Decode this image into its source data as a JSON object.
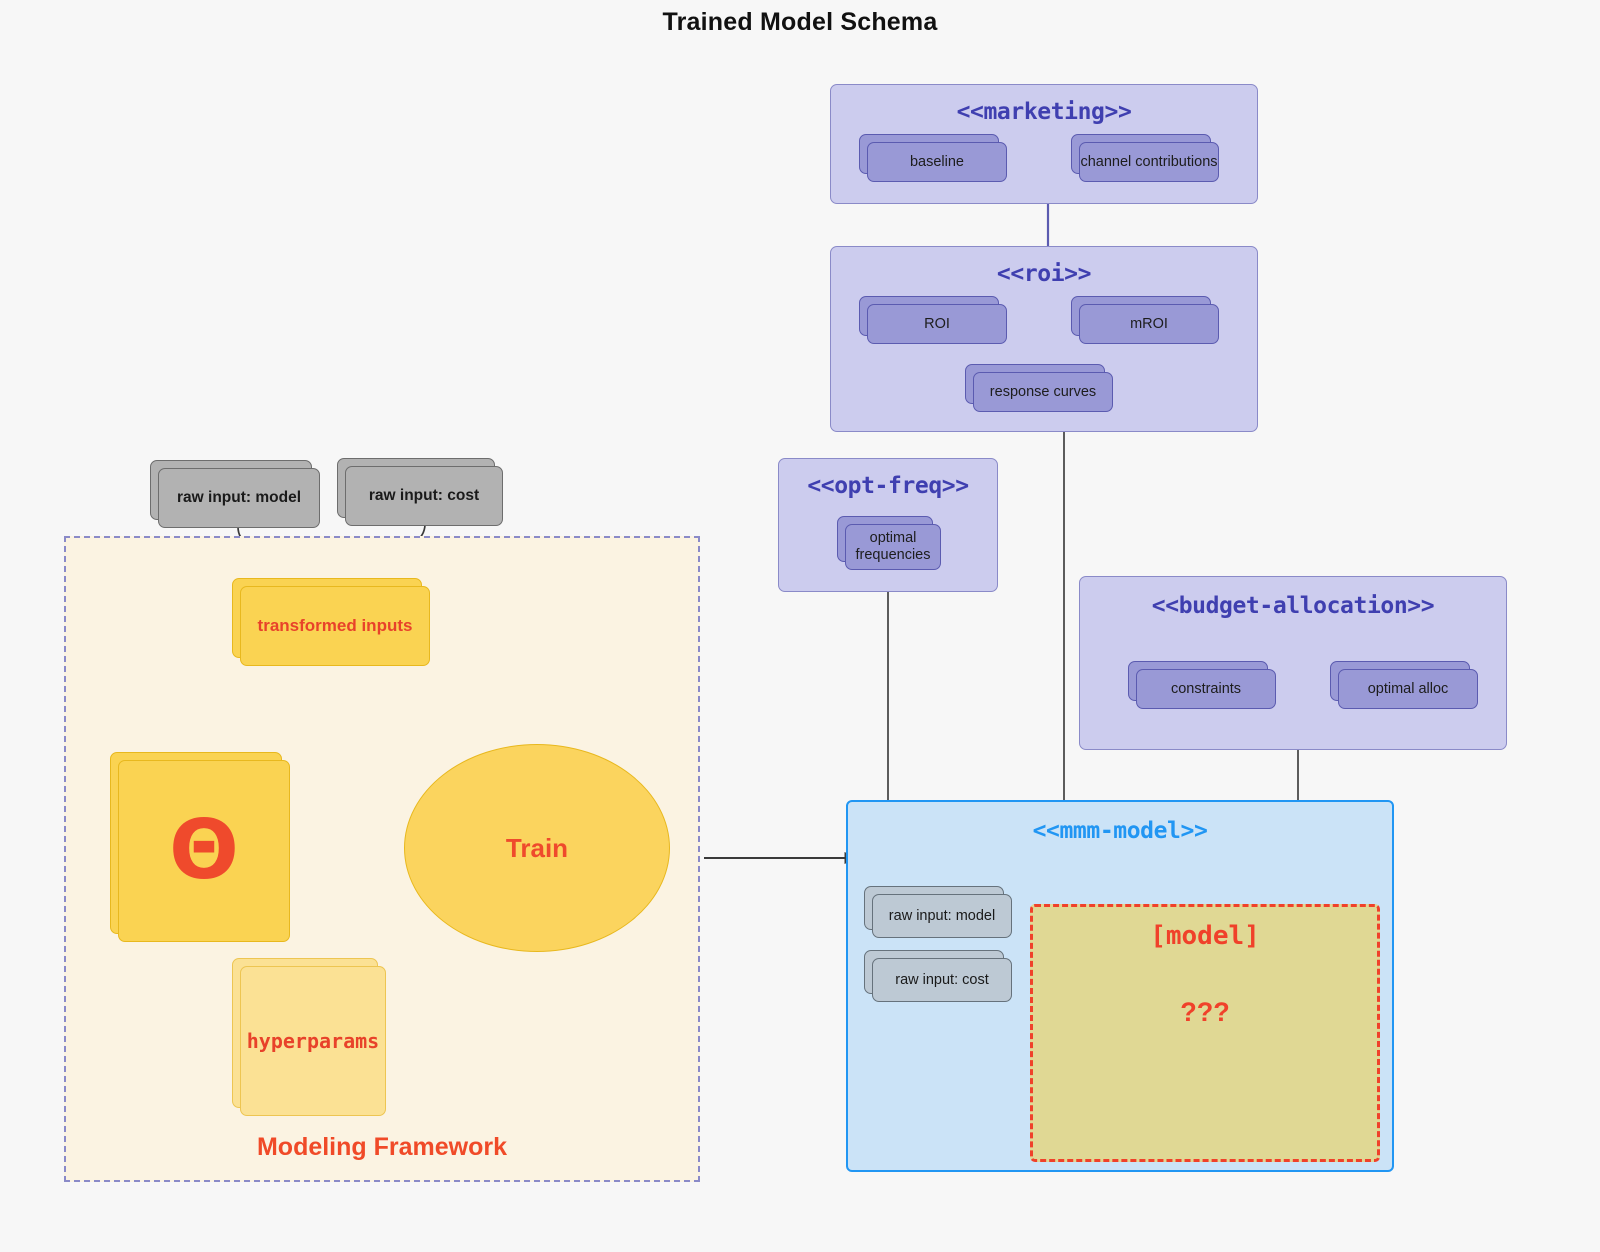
{
  "title": "Trained Model Schema",
  "colors": {
    "background": "#f7f7f7",
    "package_fill": "#ccccee",
    "package_stroke": "#8a8ac8",
    "package_title": "#3f3fb0",
    "artifact_fill": "#9999d6",
    "artifact_stroke": "#5b5bb0",
    "gray_fill": "#b2b2b2",
    "gray_stroke": "#6d6d6d",
    "light_gray_fill": "#bdc9d4",
    "amber_fill": "#fad352",
    "amber_stroke": "#e8b81e",
    "light_amber_fill": "#fbe194",
    "accent_red": "#ef4a2c",
    "mmm_fill": "#cbe3f7",
    "mmm_stroke": "#2196f3",
    "model_fill": "#e0d894",
    "model_stroke": "#f0412a",
    "framework_fill": "#fbf3e2"
  },
  "packages": {
    "marketing": {
      "title": "<<marketing>>",
      "artifacts": [
        {
          "label": "baseline"
        },
        {
          "label": "channel contributions"
        }
      ],
      "relation": "bidirectional"
    },
    "roi": {
      "title": "<<roi>>",
      "artifacts": [
        {
          "label": "ROI"
        },
        {
          "label": "mROI"
        },
        {
          "label": "response curves"
        }
      ],
      "relation": "bidirectional"
    },
    "opt_freq": {
      "title": "<<opt-freq>>",
      "artifacts": [
        {
          "label": "optimal\nfrequencies"
        }
      ]
    },
    "budget_allocation": {
      "title": "<<budget-allocation>>",
      "artifacts": [
        {
          "label": "constraints"
        },
        {
          "label": "optimal alloc"
        }
      ],
      "relation": "bidirectional"
    },
    "mmm_model": {
      "title": "<<mmm-model>>",
      "inputs": [
        {
          "label": "raw input: model"
        },
        {
          "label": "raw input: cost"
        }
      ],
      "model_box": {
        "label": "[model]",
        "unknown": "???"
      }
    }
  },
  "framework": {
    "label": "Modeling Framework",
    "raw_inputs": [
      {
        "label": "raw input: model"
      },
      {
        "label": "raw input: cost"
      }
    ],
    "transformed_inputs": {
      "label": "transformed inputs"
    },
    "theta": {
      "glyph": "Θ"
    },
    "hyperparams": {
      "label": "hyperparams"
    },
    "train": {
      "label": "Train"
    }
  }
}
